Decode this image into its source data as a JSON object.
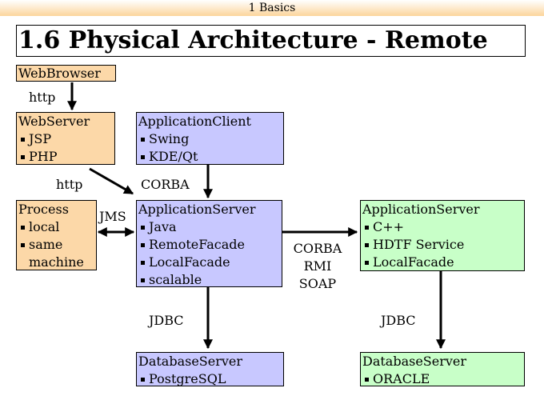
{
  "header": {
    "chapter": "1 Basics"
  },
  "slide": {
    "title": "1.6 Physical Architecture - Remote"
  },
  "nodes": {
    "web_browser": {
      "name": "WebBrowser",
      "items": []
    },
    "web_server": {
      "name": "WebServer",
      "items": [
        "JSP",
        "PHP"
      ]
    },
    "application_client": {
      "name": "ApplicationClient",
      "items": [
        "Swing",
        "KDE/Qt"
      ]
    },
    "process": {
      "name": "Process",
      "items": [
        "local",
        "same",
        "machine"
      ]
    },
    "application_server_java": {
      "name": "ApplicationServer",
      "items": [
        "Java",
        "RemoteFacade",
        "LocalFacade",
        "scalable"
      ]
    },
    "application_server_cpp": {
      "name": "ApplicationServer",
      "items": [
        "C++",
        "HDTF Service",
        "LocalFacade"
      ]
    },
    "database_server_postgres": {
      "name": "DatabaseServer",
      "items": [
        "PostgreSQL"
      ]
    },
    "database_server_oracle": {
      "name": "DatabaseServer",
      "items": [
        "ORACLE"
      ]
    }
  },
  "edges": {
    "browser_to_webserver": "http",
    "webserver_to_appserver": "http",
    "client_to_appserver": "CORBA",
    "process_appserver": "JMS",
    "appserver_to_appserver": [
      "CORBA",
      "RMI",
      "SOAP"
    ],
    "java_to_postgres": "JDBC",
    "cpp_to_oracle": "JDBC"
  },
  "colors": {
    "orange": "#fcd8a8",
    "blue": "#c8c8ff",
    "green": "#c8ffc8",
    "header_gradient": "#fcd59c"
  }
}
